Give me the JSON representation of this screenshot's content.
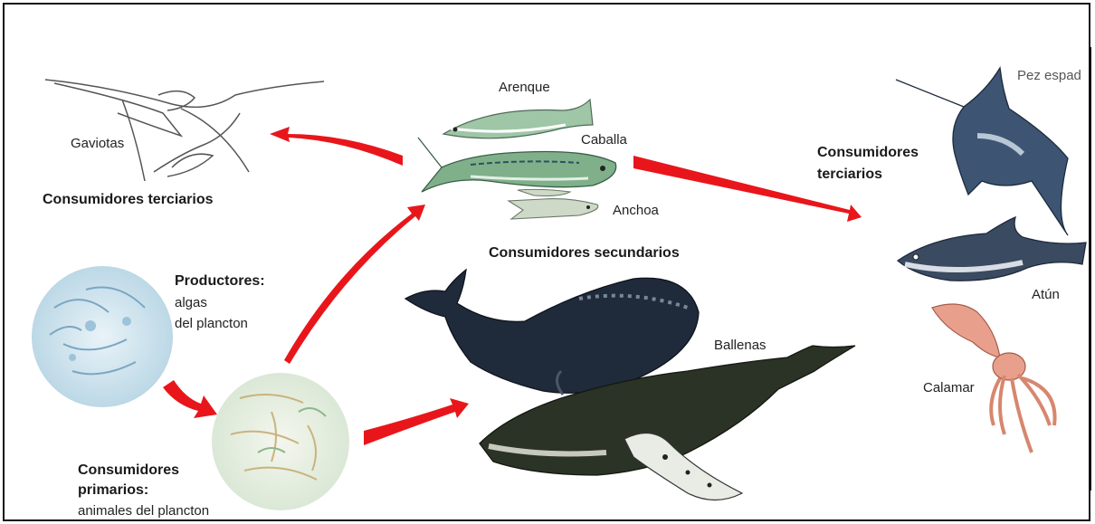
{
  "labels": {
    "gaviotas": "Gaviotas",
    "cons_terciarios_left": "Consumidores terciarios",
    "arenque": "Arenque",
    "caballa": "Caballa",
    "anchoa": "Anchoa",
    "cons_secundarios": "Consumidores secundarios",
    "productores_title": "Productores:",
    "productores_l2": "algas",
    "productores_l3": "del plancton",
    "primarios_l1": "Consumidores",
    "primarios_l2": "primarios:",
    "primarios_l3": "animales del plancton",
    "ballenas": "Ballenas",
    "pez_espada": "Pez espad",
    "cons_terciarios_r1": "Consumidores",
    "cons_terciarios_r2": "terciarios",
    "atun": "Atún",
    "calamar": "Calamar"
  },
  "colors": {
    "arrow": "#e8161b",
    "whale_dark": "#1f2a3a",
    "humpback": "#2b3326",
    "fish_green": "#7fb08a",
    "squid": "#e8a08c",
    "tuna": "#3a4a60"
  },
  "icons": [
    "seagull-icon",
    "herring-icon",
    "mackerel-icon",
    "anchovy-icon",
    "swordfish-icon",
    "tuna-icon",
    "squid-icon",
    "right-whale-icon",
    "humpback-whale-icon",
    "algae-plankton-icon",
    "animal-plankton-icon"
  ]
}
